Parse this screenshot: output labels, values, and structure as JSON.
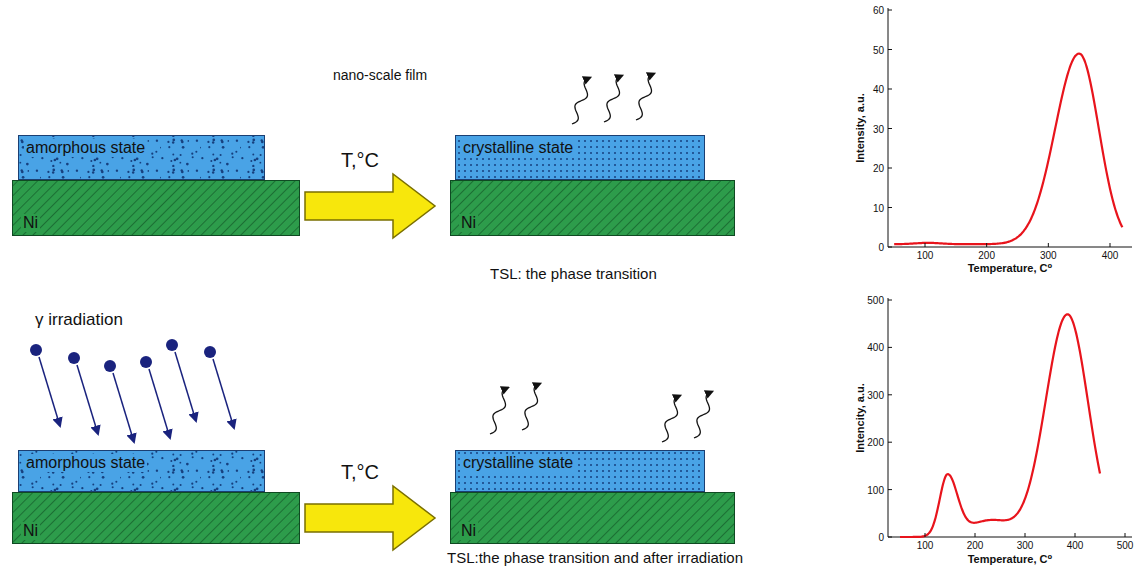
{
  "diagram": {
    "nodes": [
      {
        "text": [
          "amorphous state"
        ]
      },
      {
        "text": [
          "Ni"
        ]
      },
      {
        "text": [
          "crystalline state"
        ]
      },
      {
        "text": [
          "Ni"
        ]
      },
      {
        "text": [
          "amorphous state"
        ]
      },
      {
        "text": [
          "Ni"
        ]
      },
      {
        "text": [
          "crystalline state"
        ]
      },
      {
        "text": [
          "Ni"
        ]
      }
    ],
    "edges": [
      {
        "from": 0,
        "to": 2,
        "label": "T,°C",
        "arrow": "to"
      },
      {
        "from": 4,
        "to": 6,
        "label": "T,°C",
        "arrow": "to"
      }
    ],
    "labels": [
      "nano-scale film",
      "TSL: the phase transition",
      "γ irradiation",
      "TSL:the phase transition and after irradiation",
      "0",
      "10",
      "20",
      "30",
      "40",
      "50",
      "60",
      "100",
      "200",
      "300",
      "400",
      "Intensity, a.u.",
      "Temperature, C⁰",
      "0",
      "100",
      "200",
      "300",
      "400",
      "500",
      "100",
      "200",
      "300",
      "400",
      "500",
      "Intencity, a.u.",
      "Temperature, C⁰"
    ]
  }
}
